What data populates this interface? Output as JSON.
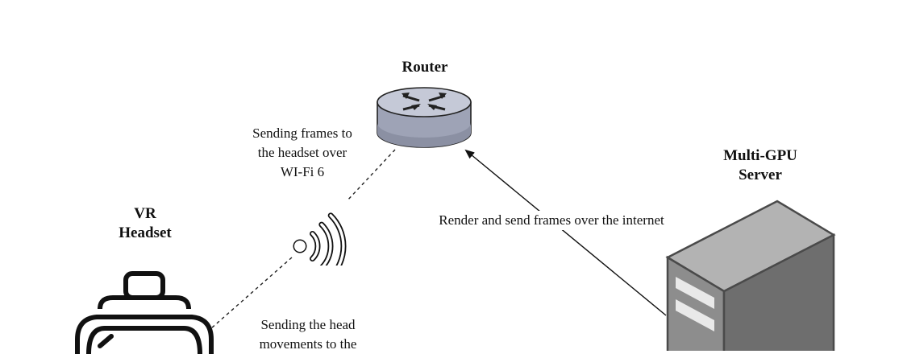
{
  "router": {
    "title": "Router"
  },
  "server": {
    "title_line1": "Multi-GPU",
    "title_line2": "Server"
  },
  "headset": {
    "title_line1": "VR",
    "title_line2": "Headset"
  },
  "captions": {
    "frames_to_headset_line1": "Sending frames to",
    "frames_to_headset_line2": "the headset over",
    "frames_to_headset_line3": "WI-Fi 6",
    "render_over_internet": "Render and send frames over the internet",
    "head_movements_line1": "Sending the head",
    "head_movements_line2": "movements to the"
  },
  "icons": {
    "router": "router-icon",
    "wifi": "wifi-icon",
    "server": "server-tower-icon",
    "headset": "vr-headset-icon"
  },
  "colors": {
    "router_top": "#b8bccb",
    "router_body": "#9ea3b6",
    "server_front": "#8a8a8a",
    "server_side": "#6b6b6b",
    "outline": "#111111"
  }
}
